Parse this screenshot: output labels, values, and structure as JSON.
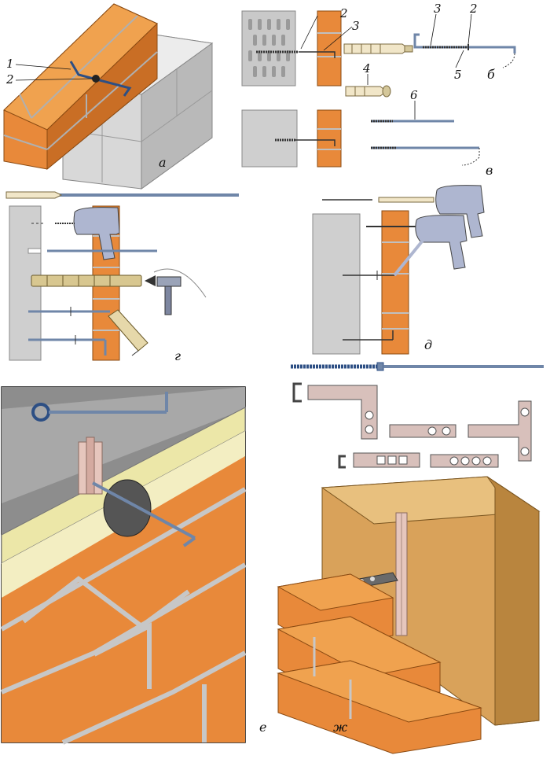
{
  "panels": {
    "a": "а",
    "b": "б",
    "v": "в",
    "g": "г",
    "d": "д",
    "e": "е",
    "zh": "ж"
  },
  "callouts": {
    "a1": "1",
    "a2": "2",
    "b2": "2",
    "b3": "3",
    "b4": "4",
    "b3r": "3",
    "b2r": "2",
    "b5": "5",
    "v6": "6"
  },
  "colors": {
    "brick": "#e8893a",
    "brick_dark": "#c96e25",
    "mortar": "#bdbdbd",
    "block": "#d7d7d7",
    "block_dark": "#a9a9a9",
    "steel": "#6f86a8",
    "drill": "#aeb6d0",
    "insulation": "#ece7a8",
    "wood": "#d9a25a"
  }
}
